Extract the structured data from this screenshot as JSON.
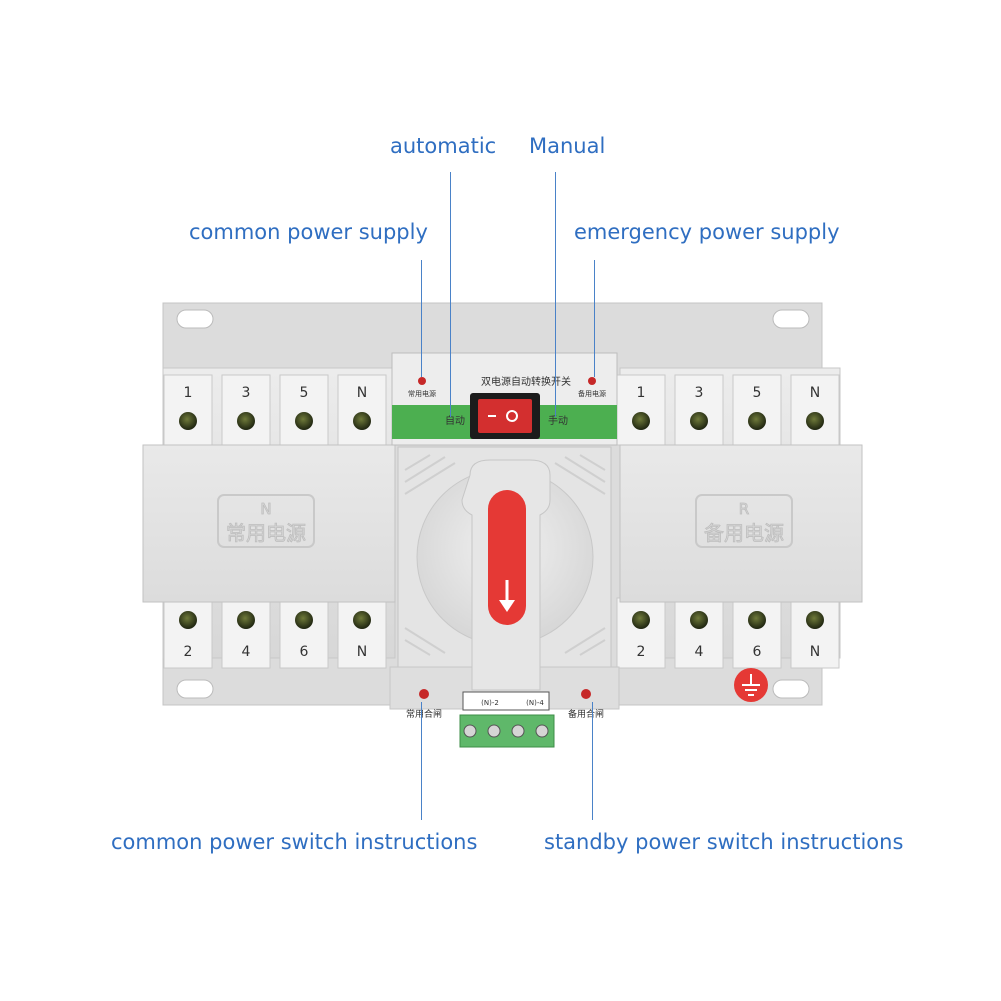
{
  "callouts": {
    "automatic": "automatic",
    "manual": "Manual",
    "common_power_supply": "common power supply",
    "emergency_power_supply": "emergency power supply",
    "common_power_switch_instructions": "common power switch instructions",
    "standby_power_switch_instructions": "standby power switch instructions"
  },
  "device": {
    "panel_title": "双电源自动转换开关",
    "auto_label": "自动",
    "manual_label": "手动",
    "left_indicator_label": "常用电源",
    "right_indicator_label": "备用电源",
    "left_module": {
      "letter": "N",
      "name": "常用电源",
      "top_terminals": [
        "1",
        "3",
        "5",
        "N"
      ],
      "bottom_terminals": [
        "2",
        "4",
        "6",
        "N"
      ]
    },
    "right_module": {
      "letter": "R",
      "name": "备用电源",
      "top_terminals": [
        "1",
        "3",
        "5",
        "N"
      ],
      "bottom_terminals": [
        "2",
        "4",
        "6",
        "N"
      ]
    },
    "left_status_label": "常用合闸",
    "right_status_label": "备用合闸",
    "connector_left_label": "(N)-2",
    "connector_right_label": "(N)-4",
    "ground_symbol": "ground-icon"
  },
  "colors": {
    "callout_text": "#2f6ec1",
    "housing": "#e6e6e6",
    "green_strip": "#4caf50",
    "rocker_red": "#d32f2f",
    "handle_red": "#e53935",
    "connector_green": "#5fb86a"
  }
}
